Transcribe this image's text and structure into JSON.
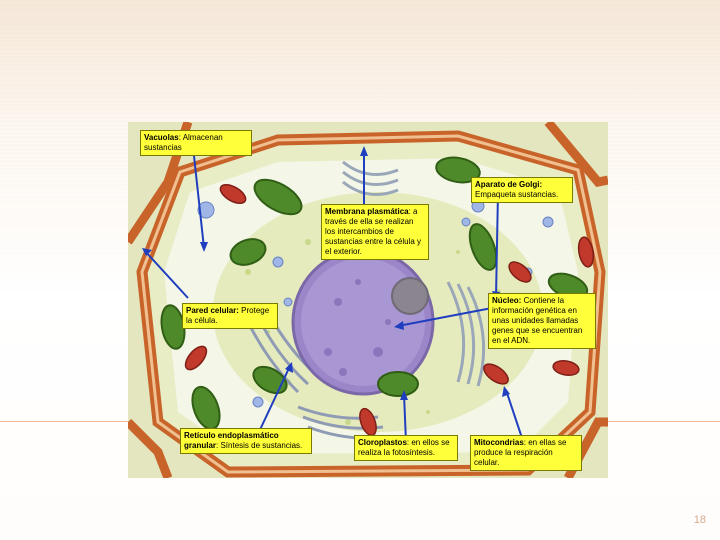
{
  "slide": {
    "number": "18"
  },
  "labels": {
    "vacuolas": {
      "title": "Vacuolas",
      "desc": ": Almacenan sustancias"
    },
    "golgi": {
      "title": "Aparato de Golgi:",
      "desc": " Empaqueta sustancias."
    },
    "membrana": {
      "title": "Membrana plasmática",
      "desc": ": a través de ella se realizan los intercambios de sustancias entre la célula y el exterior."
    },
    "pared": {
      "title": "Pared celular:",
      "desc": " Protege la célula."
    },
    "nucleo": {
      "title": "Núcleo:",
      "desc": " Contiene la información genética en unas unidades llamadas genes que se encuentran en el ADN."
    },
    "reticulo": {
      "title": "Retículo endoplasmático granular",
      "desc": ": Síntesis de sustancias."
    },
    "cloroplastos": {
      "title": "Cloroplastos",
      "desc": ": en ellos se realiza la fotosíntesis."
    },
    "mitocondrias": {
      "title": "Mitocondrias",
      "desc": ": en ellas se produce la respiración celular."
    }
  },
  "colors": {
    "label_bg": "#ffff3a",
    "arrow": "#1f3fbf",
    "cell_wall": "#c8642a",
    "nucleus": "#9a86c8",
    "chloroplast": "#4f8a2a",
    "mitochondria": "#c0392b",
    "cytoplasm": "#e9edc6"
  }
}
